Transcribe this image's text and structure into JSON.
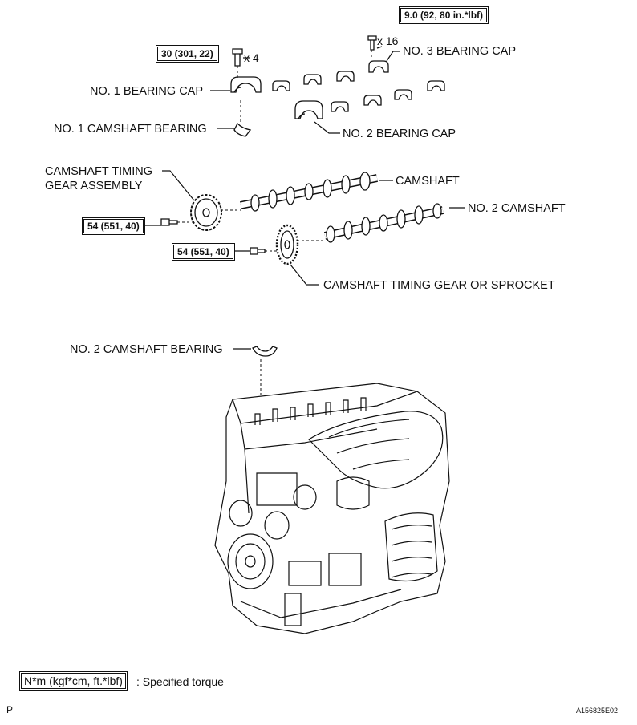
{
  "torque_specs": {
    "bearing_cap_small_bolt": "9.0 (92, 80 in.*lbf)",
    "bearing_cap_large_bolt": "30 (301, 22)",
    "timing_gear_assembly_bolt": "54 (551, 40)",
    "timing_sprocket_bolt": "54 (551, 40)"
  },
  "quantities": {
    "small_bolt_qty": "x 16",
    "large_bolt_qty": "x 4"
  },
  "labels": {
    "no3_bearing_cap": "NO. 3 BEARING CAP",
    "no1_bearing_cap": "NO. 1 BEARING CAP",
    "no1_camshaft_bearing": "NO. 1 CAMSHAFT BEARING",
    "no2_bearing_cap": "NO. 2 BEARING CAP",
    "gear_assembly_line1": "CAMSHAFT TIMING",
    "gear_assembly_line2": "GEAR ASSEMBLY",
    "camshaft": "CAMSHAFT",
    "no2_camshaft": "NO. 2 CAMSHAFT",
    "gear_or_sprocket": "CAMSHAFT TIMING GEAR OR SPROCKET",
    "no2_camshaft_bearing": "NO. 2 CAMSHAFT BEARING"
  },
  "legend": {
    "unit": "N*m (kgf*cm, ft.*lbf)",
    "text": ": Specified torque"
  },
  "footer": {
    "corner_letter": "P",
    "figure_id": "A156825E02"
  }
}
